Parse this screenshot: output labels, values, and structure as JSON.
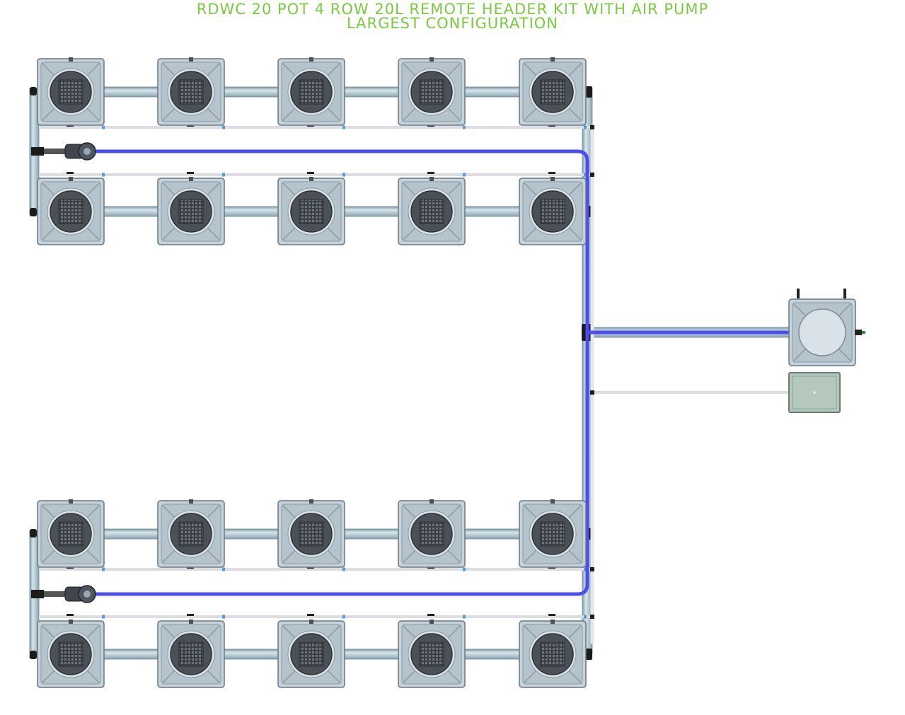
{
  "title": {
    "line1": "RDWC 20 POT 4 ROW 20L REMOTE HEADER KIT WITH AIR PUMP",
    "line2": "LARGEST CONFIGURATION"
  },
  "diagram": {
    "rows": 4,
    "pots_per_row": 5,
    "pot_count": 20,
    "pot_size": "20L",
    "components": [
      "pot",
      "remote-header-tank",
      "air-pump",
      "water-pump",
      "main-pipe",
      "water-return-line",
      "air-line"
    ]
  },
  "colors": {
    "title": "#7ac943",
    "pot_body": "#c5d2dc",
    "pot_outline": "#6b7780",
    "pot_lid": "#4b5157",
    "pipe": "#a9c2cc",
    "water_line": "#4b4cf2",
    "air_line": "#dcdde2",
    "air_pump": "#b4c8bd",
    "fitting": "#1c1c1c"
  }
}
